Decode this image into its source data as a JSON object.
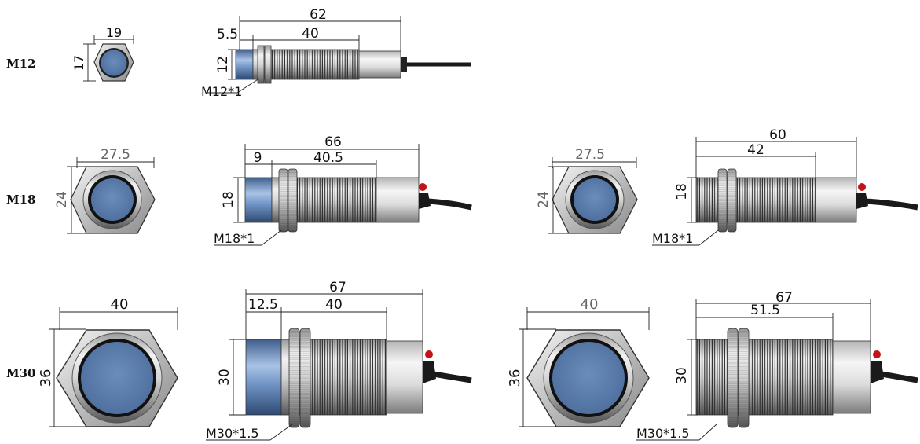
{
  "rows": {
    "m12": {
      "label": "M12",
      "hex_width": "19",
      "hex_height": "17",
      "total_length": "62",
      "face_length": "5.5",
      "thread_length": "40",
      "body_diameter": "12",
      "thread_spec": "M12*1"
    },
    "m18": {
      "label": "M18",
      "a": {
        "hex_width": "27.5",
        "hex_height": "24",
        "total_length": "66",
        "face_length": "9",
        "thread_length": "40.5",
        "body_diameter": "18",
        "thread_spec": "M18*1"
      },
      "b": {
        "hex_width": "27.5",
        "hex_height": "24",
        "total_length": "60",
        "thread_length": "42",
        "body_diameter": "18",
        "thread_spec": "M18*1"
      }
    },
    "m30": {
      "label": "M30",
      "a": {
        "hex_width": "40",
        "hex_height": "36",
        "total_length": "67",
        "face_length": "12.5",
        "thread_length": "40",
        "body_diameter": "30",
        "thread_spec": "M30*1.5"
      },
      "b": {
        "hex_width": "40",
        "hex_height": "36",
        "total_length": "67",
        "thread_length": "51.5",
        "body_diameter": "30",
        "thread_spec": "M30*1.5"
      }
    }
  },
  "colors": {
    "sensor_face": "#5b7fae",
    "metal_dark": "#7a7a7a",
    "metal_light": "#e8e8e8",
    "indicator_led": "#c0141a",
    "cable": "#1a1a1a"
  }
}
